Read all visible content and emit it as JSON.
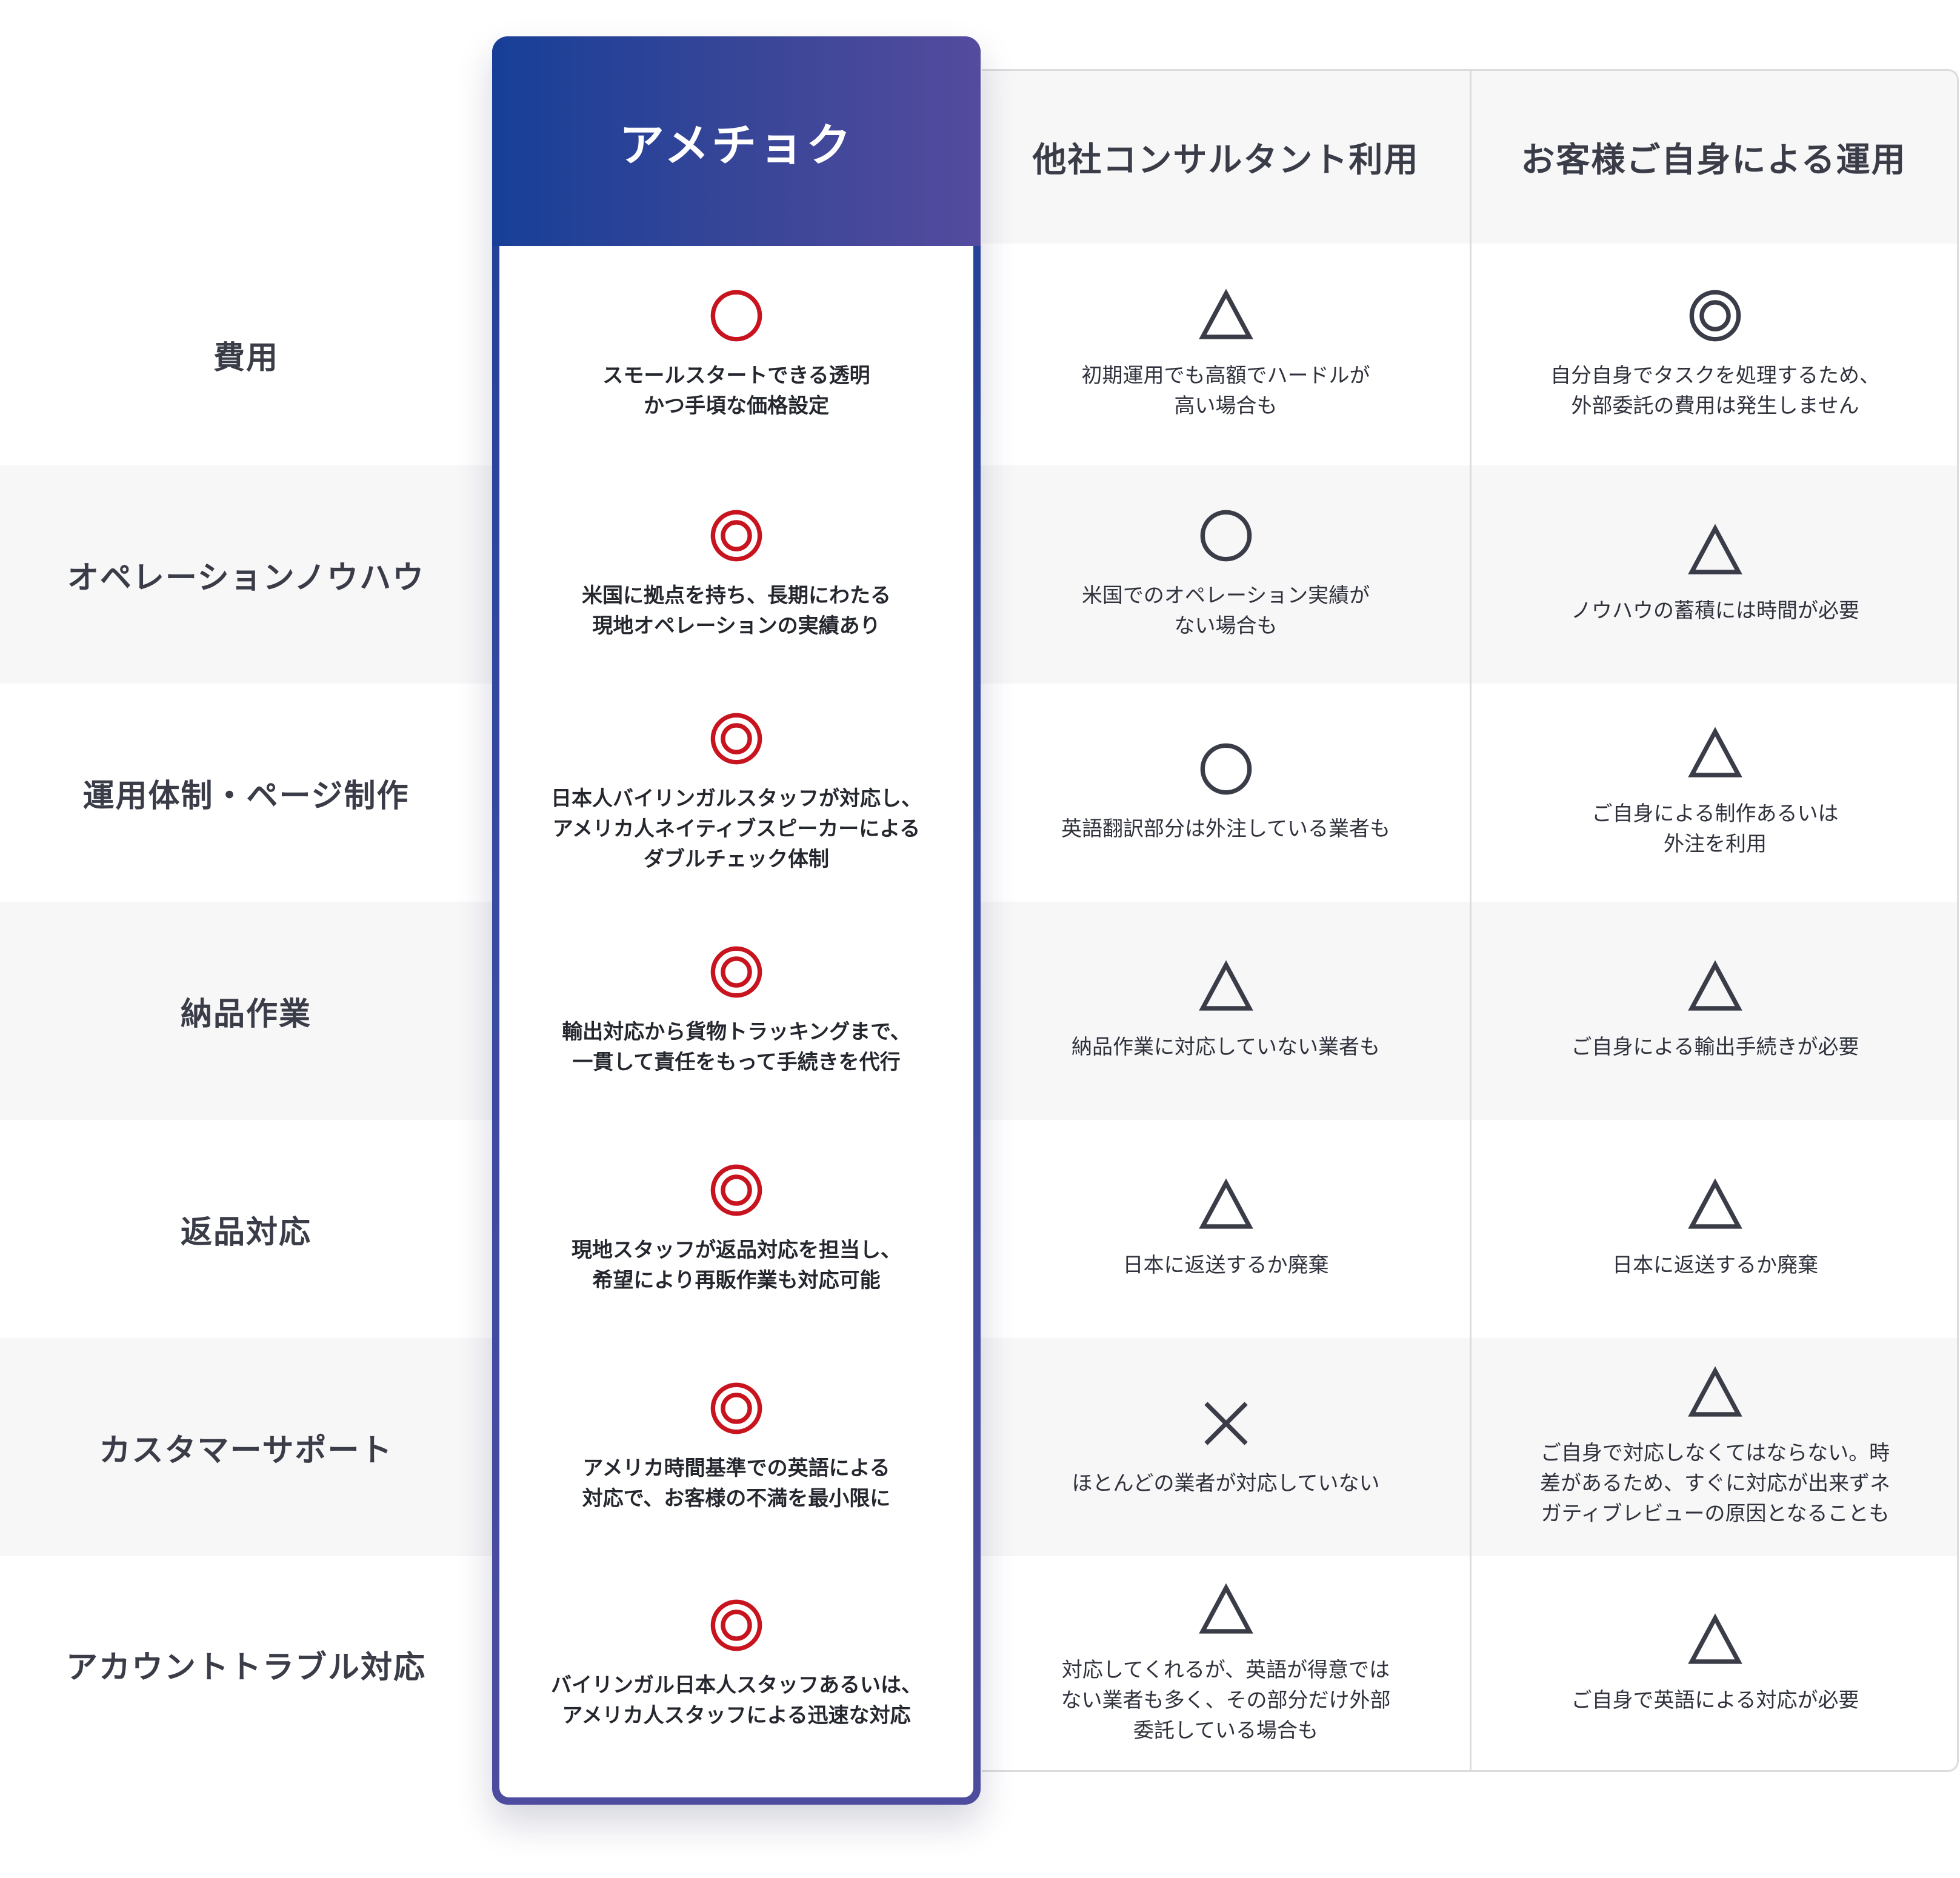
{
  "columns": {
    "featured": "アメチョク",
    "other_consultant": "他社コンサルタント利用",
    "self": "お客様ご自身による運用"
  },
  "colors": {
    "featured_gradient_start": "#173f97",
    "featured_gradient_end": "#544b9e",
    "mark_red": "#c8141e",
    "mark_dark": "#3a3d48",
    "alt_row": "#f7f7f8"
  },
  "rows": [
    {
      "label": "費用",
      "featured": {
        "mark": "circle-icon",
        "text": "スモールスタートできる透明\nかつ手頃な価格設定"
      },
      "other": {
        "mark": "triangle-icon",
        "text": "初期運用でも高額でハードルが\n高い場合も"
      },
      "self": {
        "mark": "double-circle-icon",
        "text": "自分自身でタスクを処理するため、\n外部委託の費用は発生しません"
      }
    },
    {
      "label": "オペレーションノウハウ",
      "featured": {
        "mark": "double-circle-icon",
        "text": "米国に拠点を持ち、長期にわたる\n現地オペレーションの実績あり"
      },
      "other": {
        "mark": "circle-icon",
        "text": "米国でのオペレーション実績が\nない場合も"
      },
      "self": {
        "mark": "triangle-icon",
        "text": "ノウハウの蓄積には時間が必要"
      }
    },
    {
      "label": "運用体制・ページ制作",
      "featured": {
        "mark": "double-circle-icon",
        "text": "日本人バイリンガルスタッフが対応し、\nアメリカ人ネイティブスピーカーによる\nダブルチェック体制"
      },
      "other": {
        "mark": "circle-icon",
        "text": "英語翻訳部分は外注している業者も"
      },
      "self": {
        "mark": "triangle-icon",
        "text": "ご自身による制作あるいは\n外注を利用"
      }
    },
    {
      "label": "納品作業",
      "featured": {
        "mark": "double-circle-icon",
        "text": "輸出対応から貨物トラッキングまで、\n一貫して責任をもって手続きを代行"
      },
      "other": {
        "mark": "triangle-icon",
        "text": "納品作業に対応していない業者も"
      },
      "self": {
        "mark": "triangle-icon",
        "text": "ご自身による輸出手続きが必要"
      }
    },
    {
      "label": "返品対応",
      "featured": {
        "mark": "double-circle-icon",
        "text": "現地スタッフが返品対応を担当し、\n希望により再販作業も対応可能"
      },
      "other": {
        "mark": "triangle-icon",
        "text": "日本に返送するか廃棄"
      },
      "self": {
        "mark": "triangle-icon",
        "text": "日本に返送するか廃棄"
      }
    },
    {
      "label": "カスタマーサポート",
      "featured": {
        "mark": "double-circle-icon",
        "text": "アメリカ時間基準での英語による\n対応で、お客様の不満を最小限に"
      },
      "other": {
        "mark": "cross-icon",
        "text": "ほとんどの業者が対応していない"
      },
      "self": {
        "mark": "triangle-icon",
        "text": "ご自身で対応しなくてはならない。時\n差があるため、すぐに対応が出来ずネ\nガティブレビューの原因となることも"
      }
    },
    {
      "label": "アカウントトラブル対応",
      "featured": {
        "mark": "double-circle-icon",
        "text": "バイリンガル日本人スタッフあるいは、\nアメリカ人スタッフによる迅速な対応"
      },
      "other": {
        "mark": "triangle-icon",
        "text": "対応してくれるが、英語が得意では\nない業者も多く、その部分だけ外部\n委託している場合も"
      },
      "self": {
        "mark": "triangle-icon",
        "text": "ご自身で英語による対応が必要"
      }
    }
  ]
}
